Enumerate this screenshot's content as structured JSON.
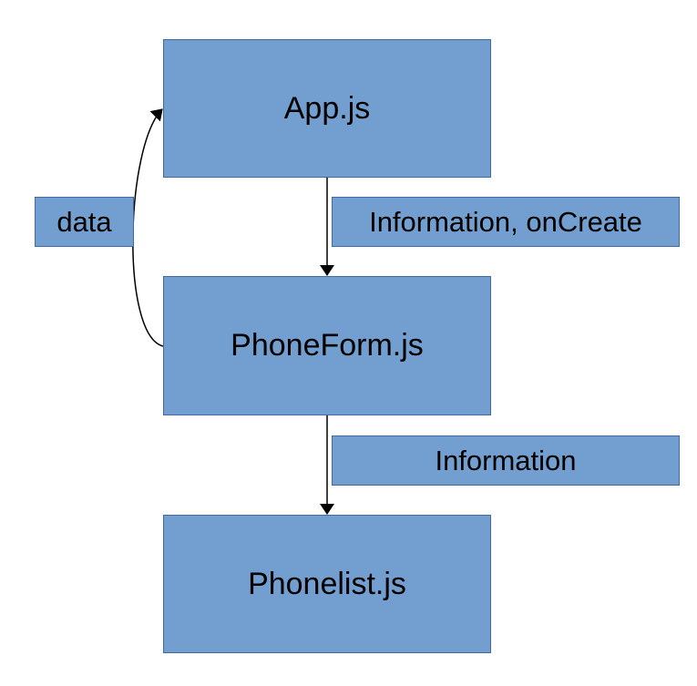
{
  "colors": {
    "box_fill": "#729fcf",
    "box_border": "#3e6aa8",
    "line": "#000000",
    "text": "#000000"
  },
  "nodes": {
    "app": "App.js",
    "phoneform": "PhoneForm.js",
    "phonelist": "Phonelist.js"
  },
  "edges": {
    "app_to_phoneform": "Information, onCreate",
    "phoneform_to_phonelist": "Information",
    "phoneform_to_app": "data"
  }
}
